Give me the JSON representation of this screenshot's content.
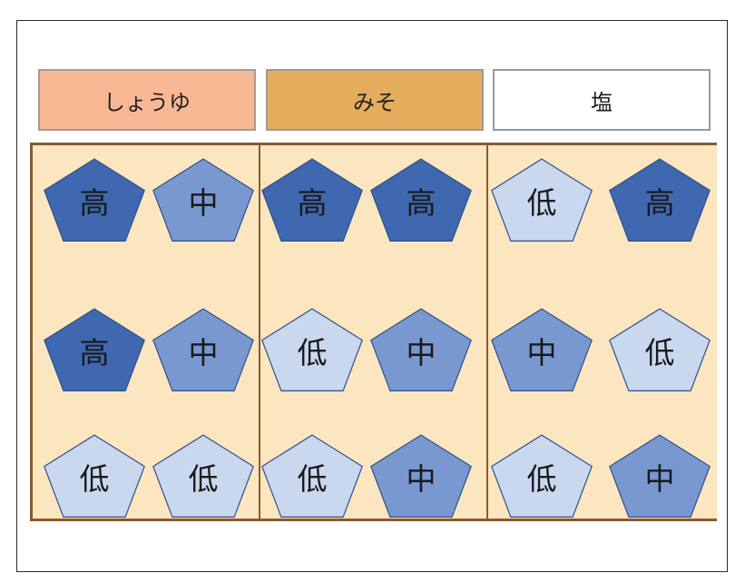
{
  "columns": [
    {
      "label": "しょうゆ",
      "color": "#f8b894",
      "border": "#a49a98"
    },
    {
      "label": "みそ",
      "color": "#e3ad5d",
      "border": "#a09a96"
    },
    {
      "label": "塩",
      "color": "#ffffff",
      "border": "#9a9a9a"
    }
  ],
  "levels": {
    "high": {
      "label": "高",
      "fill": "#3f68b0"
    },
    "mid": {
      "label": "中",
      "fill": "#7898cf"
    },
    "low": {
      "label": "低",
      "fill": "#c9d7ef"
    }
  },
  "grid": [
    [
      "high",
      "mid",
      "high",
      "high",
      "low",
      "high"
    ],
    [
      "high",
      "mid",
      "low",
      "mid",
      "mid",
      "low"
    ],
    [
      "low",
      "low",
      "low",
      "mid",
      "low",
      "mid"
    ]
  ]
}
